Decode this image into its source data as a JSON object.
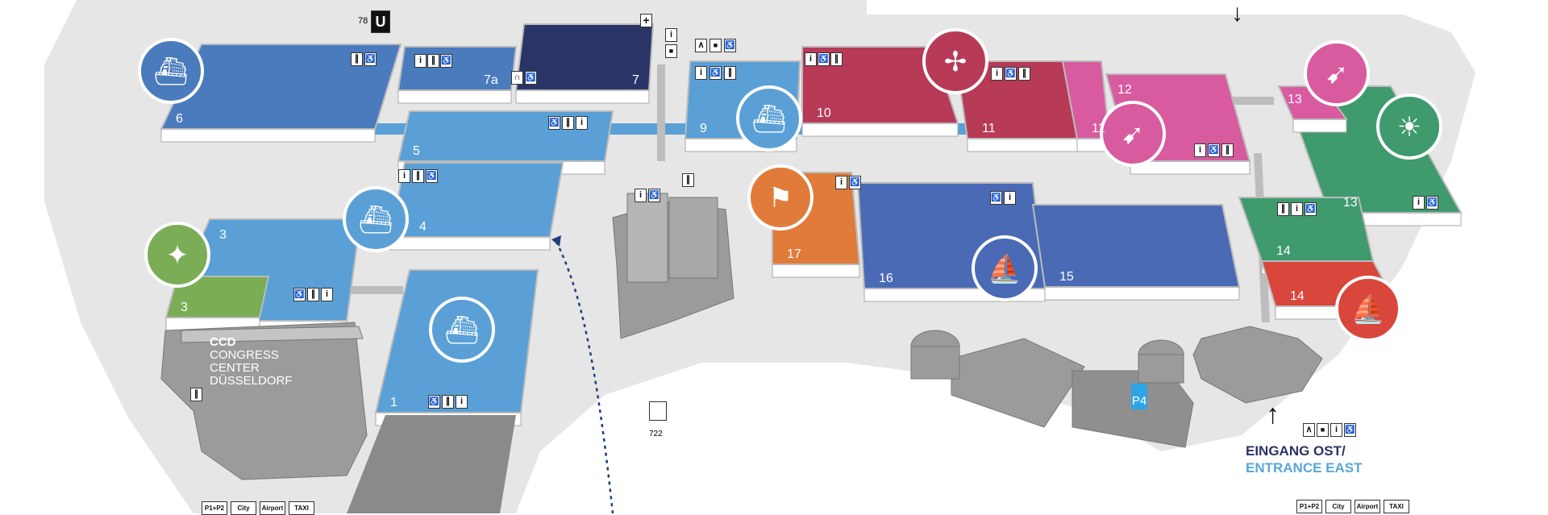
{
  "halls": [
    {
      "id": "6",
      "label": "6",
      "color": "#4a7bbd"
    },
    {
      "id": "7a",
      "label": "7a",
      "color": "#4a7bbd"
    },
    {
      "id": "7",
      "label": "7",
      "color": "#2b3466"
    },
    {
      "id": "9",
      "label": "9",
      "color": "#5aa0d6"
    },
    {
      "id": "5",
      "label": "5",
      "color": "#5aa0d6"
    },
    {
      "id": "4",
      "label": "4",
      "color": "#5aa0d6"
    },
    {
      "id": "3",
      "label": "3",
      "color": "#5aa0d6"
    },
    {
      "id": "3g",
      "label": "3",
      "color": "#7aad55"
    },
    {
      "id": "1",
      "label": "1",
      "color": "#5aa0d6"
    },
    {
      "id": "10",
      "label": "10",
      "color": "#b73a57"
    },
    {
      "id": "11",
      "label": "11",
      "color": "#b73a57"
    },
    {
      "id": "11p",
      "label": "11",
      "color": "#d85a9f"
    },
    {
      "id": "12",
      "label": "12",
      "color": "#d85a9f"
    },
    {
      "id": "13g",
      "label": "13",
      "color": "#3f9a6e"
    },
    {
      "id": "13p",
      "label": "13",
      "color": "#d85a9f"
    },
    {
      "id": "14g",
      "label": "14",
      "color": "#3f9a6e"
    },
    {
      "id": "14r",
      "label": "14",
      "color": "#d9463c"
    },
    {
      "id": "17",
      "label": "17",
      "color": "#e07b39"
    },
    {
      "id": "16",
      "label": "16",
      "color": "#4a6ab5"
    },
    {
      "id": "15",
      "label": "15",
      "color": "#4a6ab5"
    }
  ],
  "ccd": {
    "short": "CCD",
    "line1": "CONGRESS",
    "line2": "CENTER",
    "line3": "DÜSSELDORF"
  },
  "entrance_east": {
    "de": "EINGANG OST/",
    "en": "ENTRANCE EAST"
  },
  "parking": {
    "p4": "P4"
  },
  "bus_number": "722",
  "magnet_number": "78",
  "transport_icons": [
    "P1+P2",
    "City",
    "Airport",
    "TAXI"
  ],
  "colors": {
    "ground": "#e6e6e6",
    "building": "#9b9b9b",
    "entrance_de": "#2b3466",
    "entrance_en": "#5aa6dc",
    "route": "#1f3f7a"
  }
}
